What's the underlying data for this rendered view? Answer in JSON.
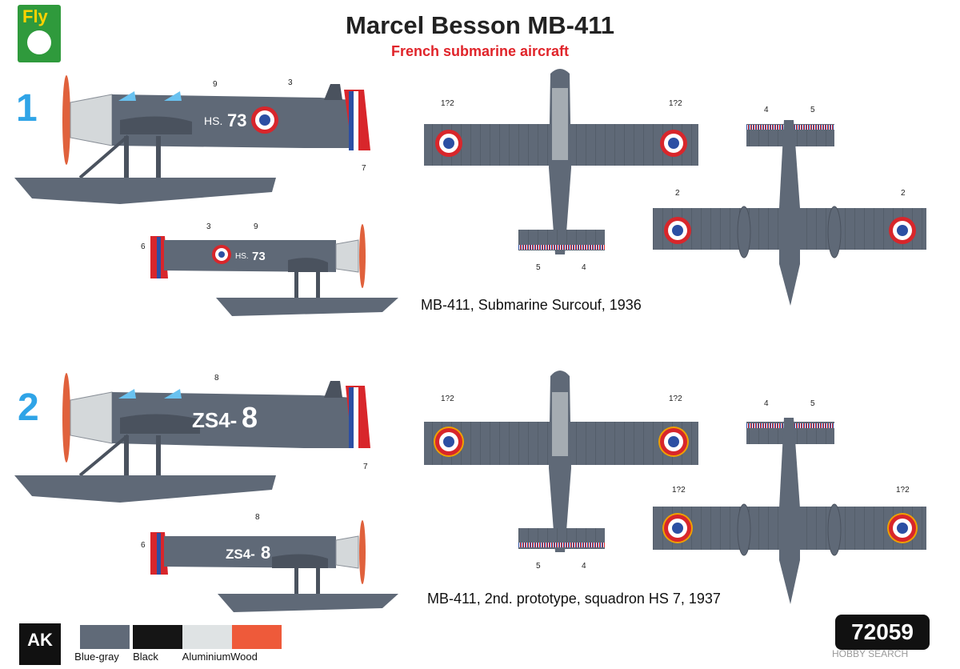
{
  "header": {
    "brand": "Fly",
    "title": "Marcel Besson MB-411",
    "subtitle": "French submarine aircraft"
  },
  "schemes": [
    {
      "number": "1",
      "fuselage_code": "HS. 73",
      "caption": "MB-411, Submarine Surcouf, 1936",
      "callouts": {
        "side_main": [
          "9",
          "3",
          "7"
        ],
        "side_small": [
          "3",
          "9",
          "6"
        ],
        "top_wing": [
          "1?2",
          "1?2"
        ],
        "top_tail": [
          "5",
          "4"
        ],
        "bottom_tail": [
          "4",
          "5"
        ],
        "bottom_wing": [
          "2",
          "2"
        ]
      }
    },
    {
      "number": "2",
      "fuselage_code": "ZS4-8",
      "caption": "MB-411, 2nd. prototype, squadron HS 7, 1937",
      "callouts": {
        "side_main": [
          "8",
          "7"
        ],
        "side_small": [
          "8",
          "6"
        ],
        "top_wing": [
          "1?2",
          "1?2"
        ],
        "top_tail": [
          "5",
          "4"
        ],
        "bottom_tail": [
          "4",
          "5"
        ],
        "bottom_wing": [
          "1?2",
          "1?2"
        ]
      }
    }
  ],
  "palette": [
    {
      "label": "Blue-gray",
      "color": "#606a78"
    },
    {
      "label": "Black",
      "color": "#151515"
    },
    {
      "label": "Aluminium",
      "color": "#dfe3e4"
    },
    {
      "label": "Wood",
      "color": "#ee5a3a"
    }
  ],
  "footer": {
    "ak_logo": "AK",
    "product_code": "72059",
    "watermark": "HOBBY SEARCH"
  },
  "colors": {
    "aircraft": "#5f6977",
    "aircraft_dark": "#4a525e",
    "roundel_red": "#d8262b",
    "roundel_blue": "#2c4fa3",
    "scheme_number": "#2fa4e7",
    "subtitle_red": "#e0242a"
  }
}
